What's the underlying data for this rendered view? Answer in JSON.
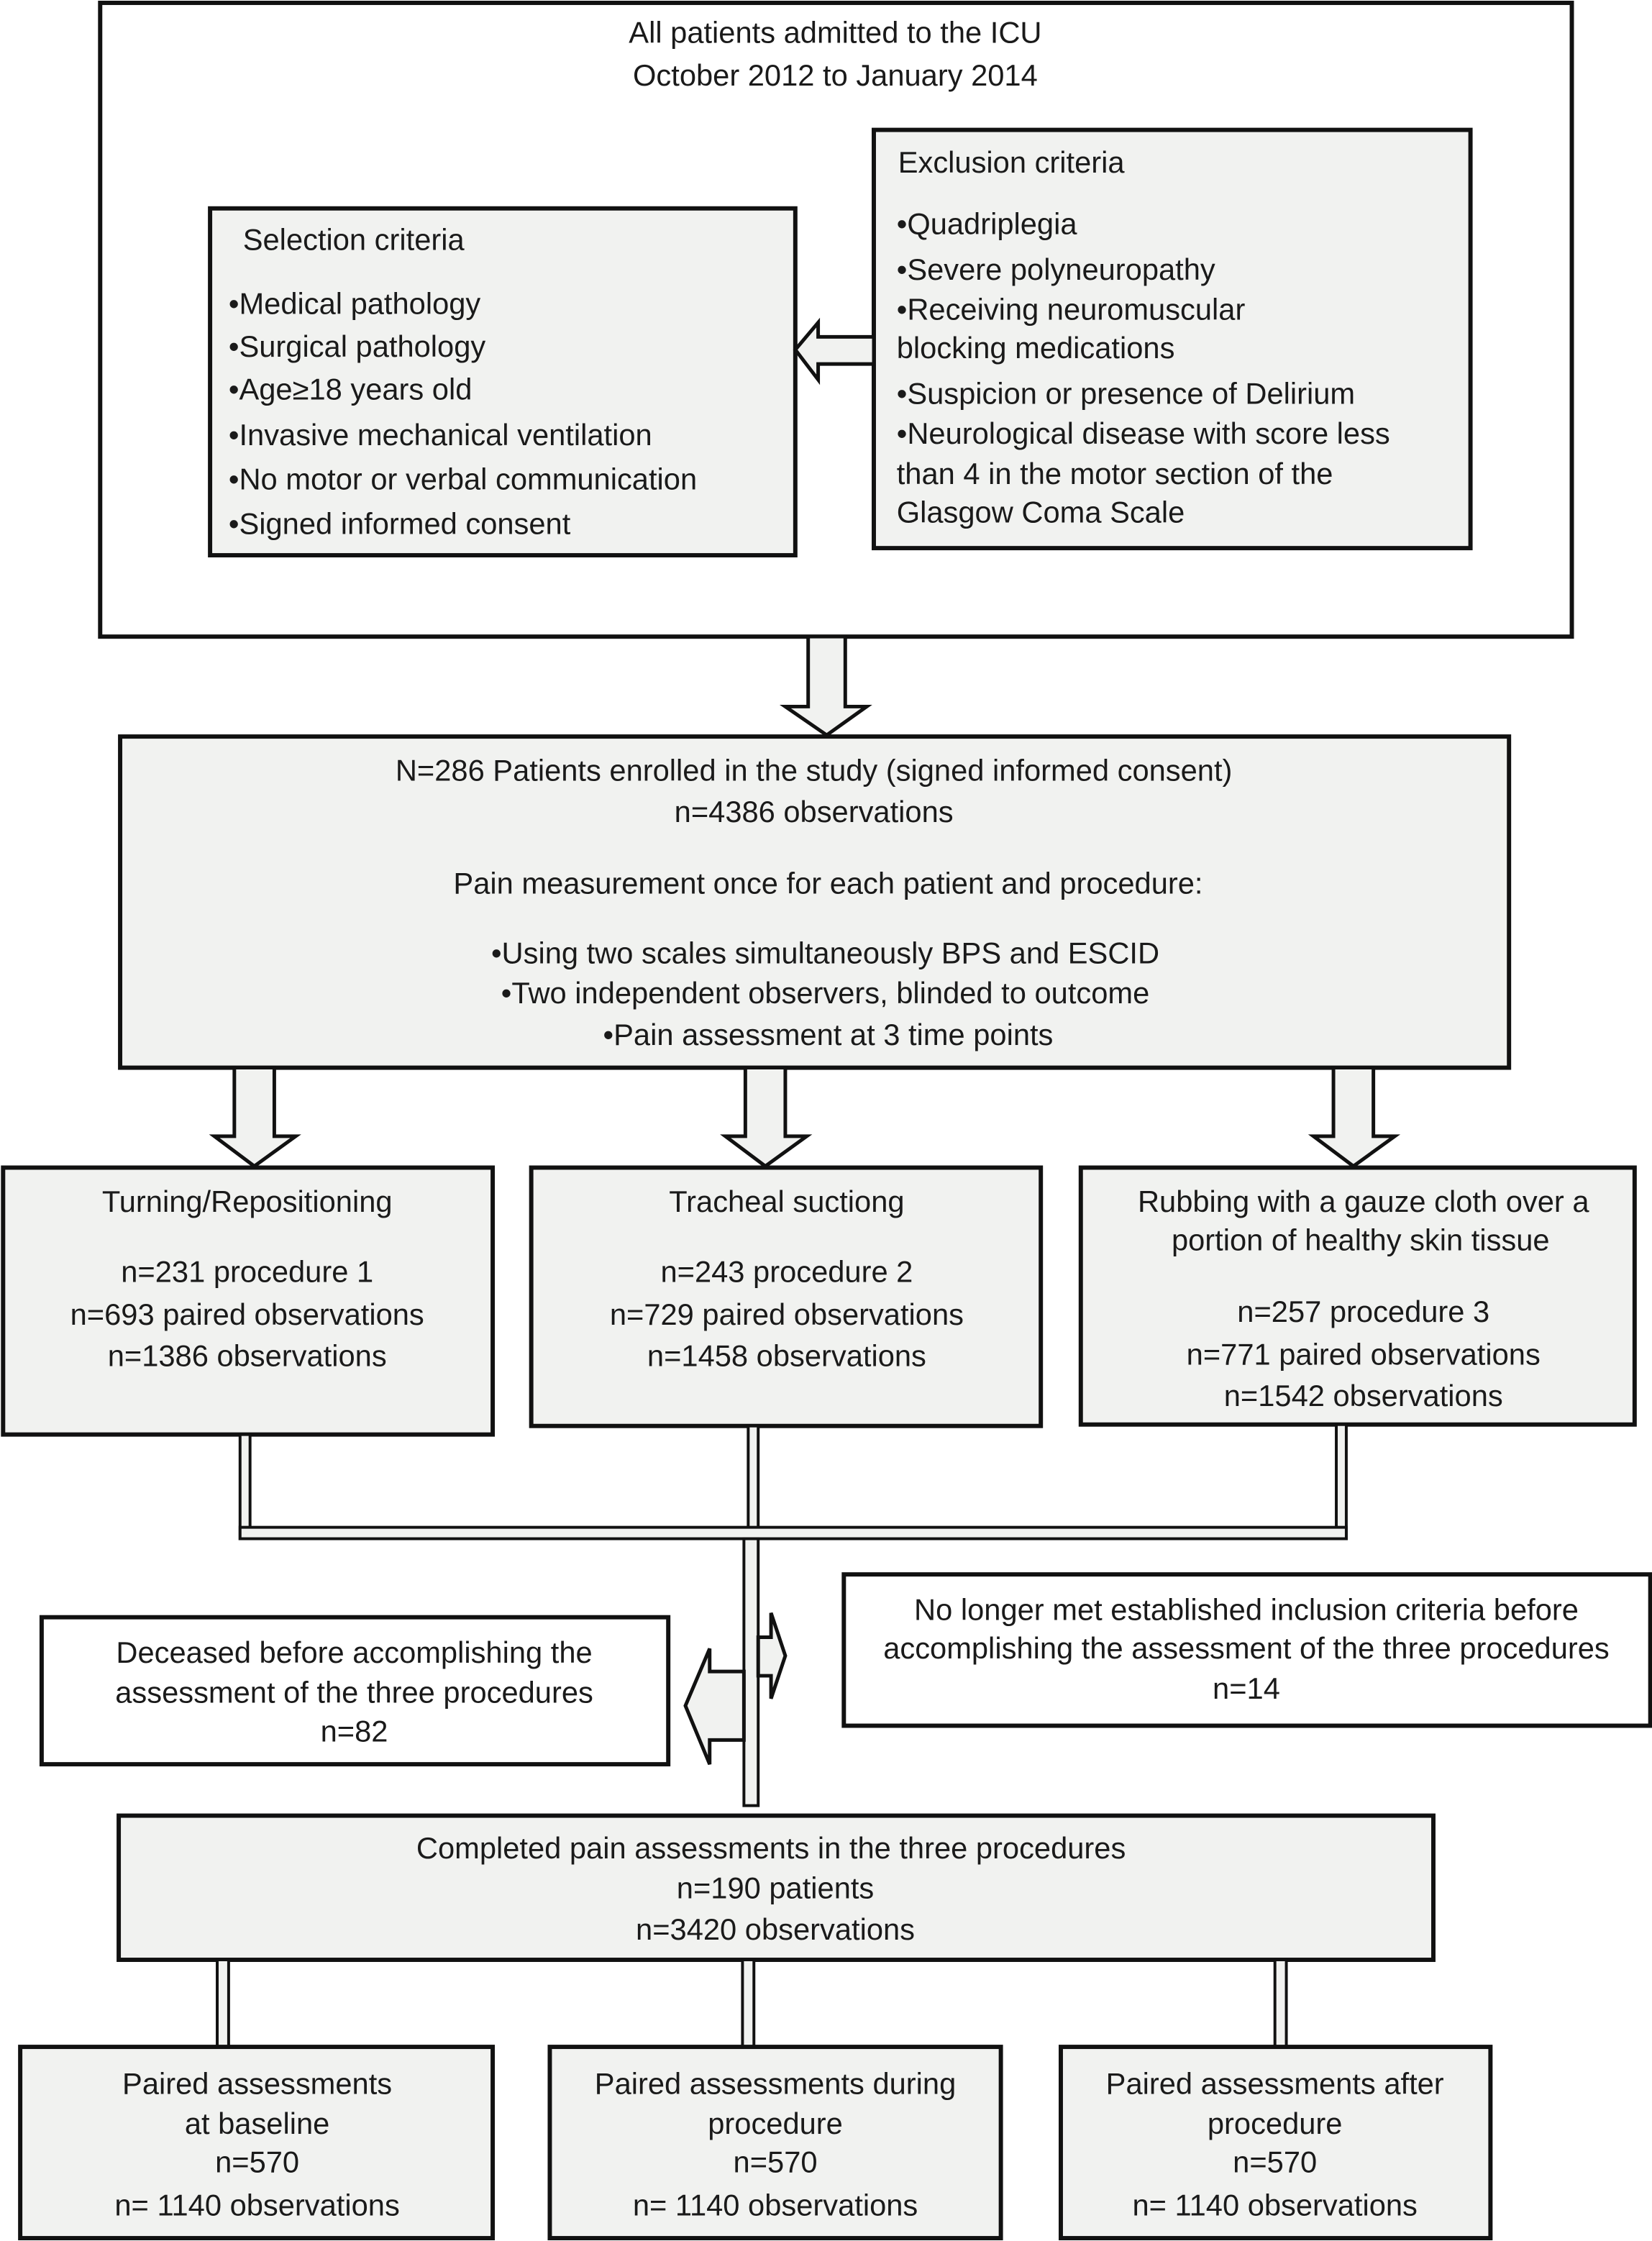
{
  "colors": {
    "box_fill": "#f1f2f0",
    "stroke": "#111111",
    "background": "#ffffff"
  },
  "top": {
    "title": [
      "All patients admitted to the ICU",
      "October 2012 to January 2014"
    ],
    "selection": {
      "title": "Selection criteria",
      "items": [
        "•Medical pathology",
        "•Surgical pathology",
        "•Age≥18 years old",
        "•Invasive mechanical ventilation",
        "•No motor or verbal communication",
        "•Signed informed consent"
      ]
    },
    "exclusion": {
      "title": "Exclusion criteria",
      "lines": [
        "•Quadriplegia",
        "•Severe polyneuropathy",
        "•Receiving neuromuscular",
        " blocking medications",
        "•Suspicion or presence of Delirium",
        "•Neurological disease with score less",
        "than 4 in the motor section of the",
        "Glasgow Coma Scale"
      ]
    }
  },
  "enrolled": {
    "lines": [
      "N=286 Patients enrolled in the study (signed informed consent)",
      "n=4386 observations",
      "Pain measurement once for each patient and procedure:",
      "•Using two scales simultaneously BPS and ESCID",
      "•Two independent observers, blinded to outcome",
      "•Pain assessment at 3 time points"
    ]
  },
  "procedures": [
    {
      "lines": [
        "Turning/Repositioning",
        "n=231 procedure 1",
        "n=693 paired observations",
        "n=1386 observations"
      ]
    },
    {
      "lines": [
        "Tracheal suctiong",
        "n=243 procedure 2",
        "n=729 paired observations",
        "n=1458 observations"
      ]
    },
    {
      "lines": [
        "Rubbing with a gauze cloth over a",
        "portion of healthy skin tissue",
        "n=257 procedure 3",
        "n=771 paired observations",
        "n=1542 observations"
      ]
    }
  ],
  "deceased": {
    "lines": [
      "Deceased before accomplishing  the",
      "assessment of the three procedures",
      "n=82"
    ]
  },
  "no_longer": {
    "lines": [
      "No longer met established inclusion criteria before",
      "accomplishing the assessment of the three procedures",
      "n=14"
    ]
  },
  "completed": {
    "lines": [
      "Completed pain assessments in the three procedures",
      "n=190 patients",
      "n=3420 observations"
    ]
  },
  "paired": [
    {
      "lines": [
        "Paired assessments",
        "at baseline",
        "n=570",
        "n= 1140 observations"
      ]
    },
    {
      "lines": [
        "Paired assessments during",
        "procedure",
        "n=570",
        "n= 1140 observations"
      ]
    },
    {
      "lines": [
        "Paired assessments  after",
        "procedure",
        "n=570",
        "n= 1140 observations"
      ]
    }
  ]
}
